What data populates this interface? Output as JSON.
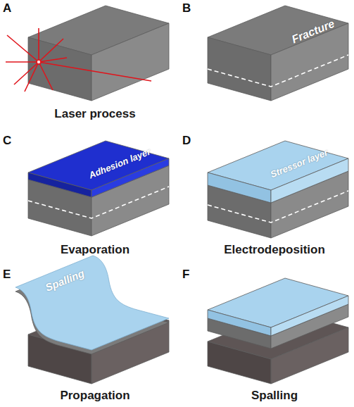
{
  "diagram": {
    "labels": [
      "A",
      "Laser process",
      "B",
      "Fracture",
      "C",
      "Adhesion layer",
      "Evaporation",
      "D",
      "Stressor layer",
      "Electrodeposition",
      "E",
      "Spalling",
      "Propagation",
      "F",
      "Spalling"
    ]
  }
}
